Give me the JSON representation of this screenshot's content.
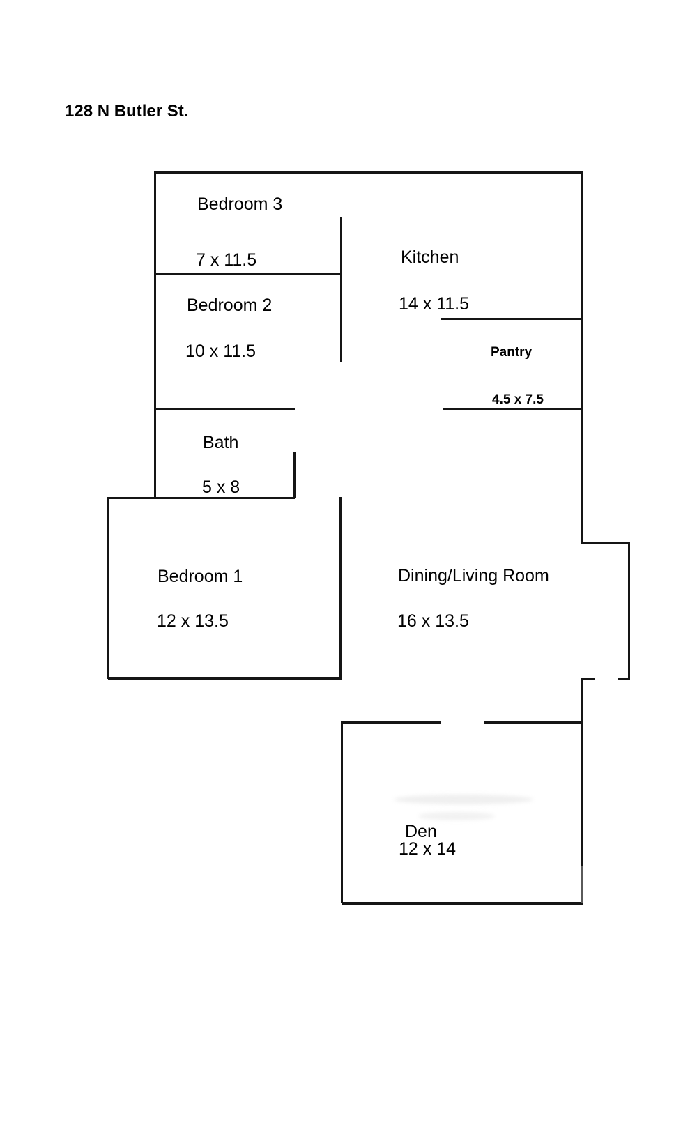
{
  "title": "128 N Butler St.",
  "rooms": {
    "bedroom3": {
      "label": "Bedroom 3",
      "dimensions": "7 x 11.5"
    },
    "kitchen": {
      "label": "Kitchen",
      "dimensions": "14 x 11.5"
    },
    "bedroom2": {
      "label": "Bedroom 2",
      "dimensions": "10 x 11.5"
    },
    "pantry": {
      "label": "Pantry",
      "dimensions": "4.5 x 7.5"
    },
    "bath": {
      "label": "Bath",
      "dimensions": "5 x 8"
    },
    "bedroom1": {
      "label": "Bedroom 1",
      "dimensions": "12 x 13.5"
    },
    "dining_living": {
      "label": "Dining/Living Room",
      "dimensions": "16 x 13.5"
    },
    "den": {
      "label": "Den",
      "dimensions": "12 x 14"
    }
  },
  "colors": {
    "wall": "#151515",
    "background": "#ffffff",
    "text": "#000000"
  }
}
